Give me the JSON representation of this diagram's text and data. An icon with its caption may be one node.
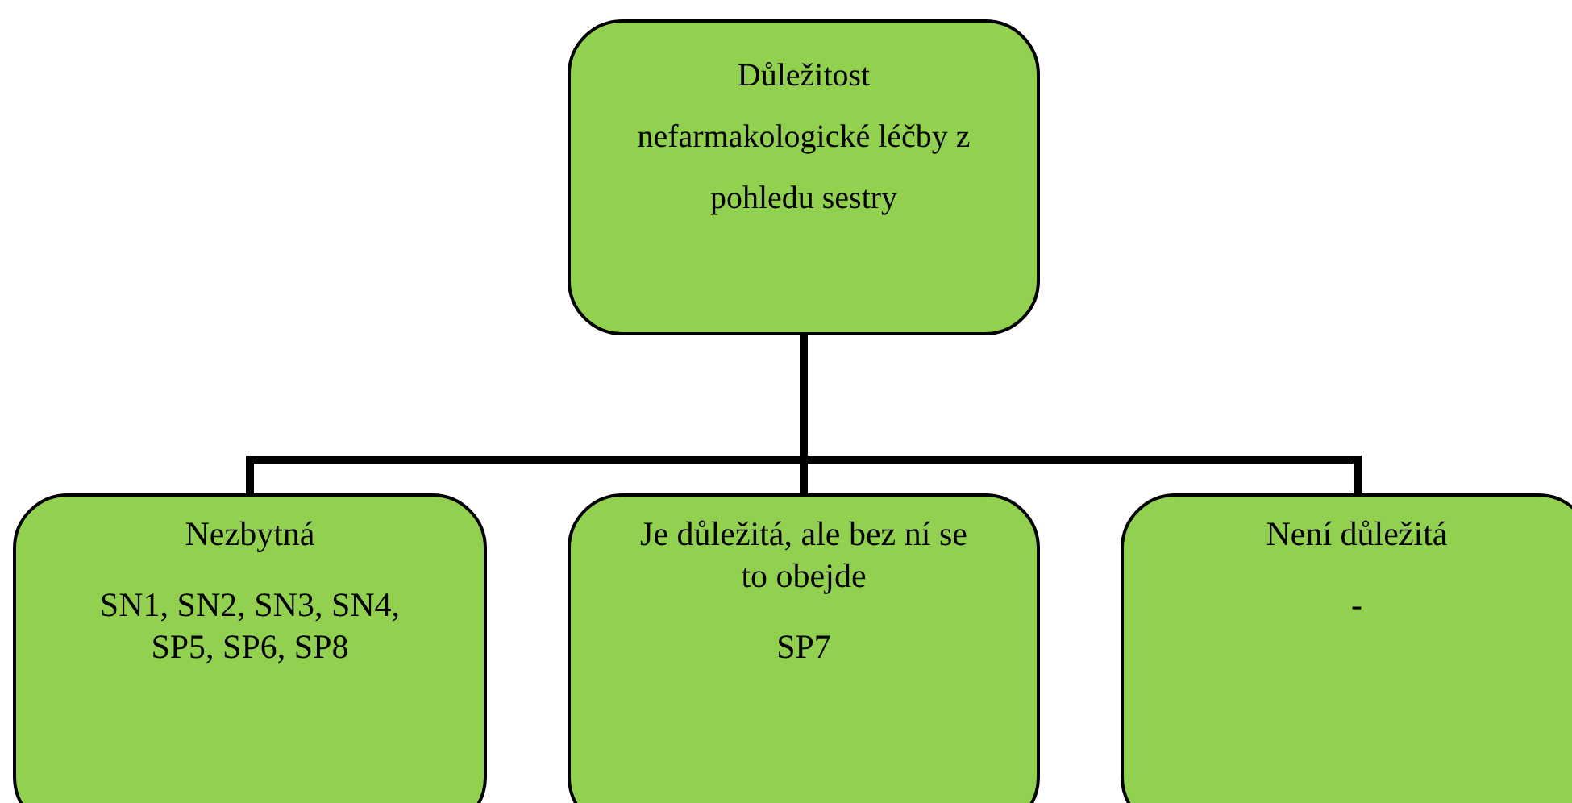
{
  "diagram": {
    "nodes": [
      {
        "text": [
          "Důležitost nefarmakologické léčby z pohledu sestry"
        ]
      },
      {
        "text": [
          "Nezbytná",
          "SN1, SN2, SN3, SN4, SP5, SP6, SP8"
        ]
      },
      {
        "text": [
          "Je důležitá, ale bez ní se to obejde",
          "SP7"
        ]
      },
      {
        "text": [
          "Není důležitá",
          "-"
        ]
      }
    ],
    "edges": [
      {
        "from": 0,
        "to": 1,
        "arrow": "none"
      },
      {
        "from": 0,
        "to": 2,
        "arrow": "none"
      },
      {
        "from": 0,
        "to": 3,
        "arrow": "none"
      }
    ]
  }
}
